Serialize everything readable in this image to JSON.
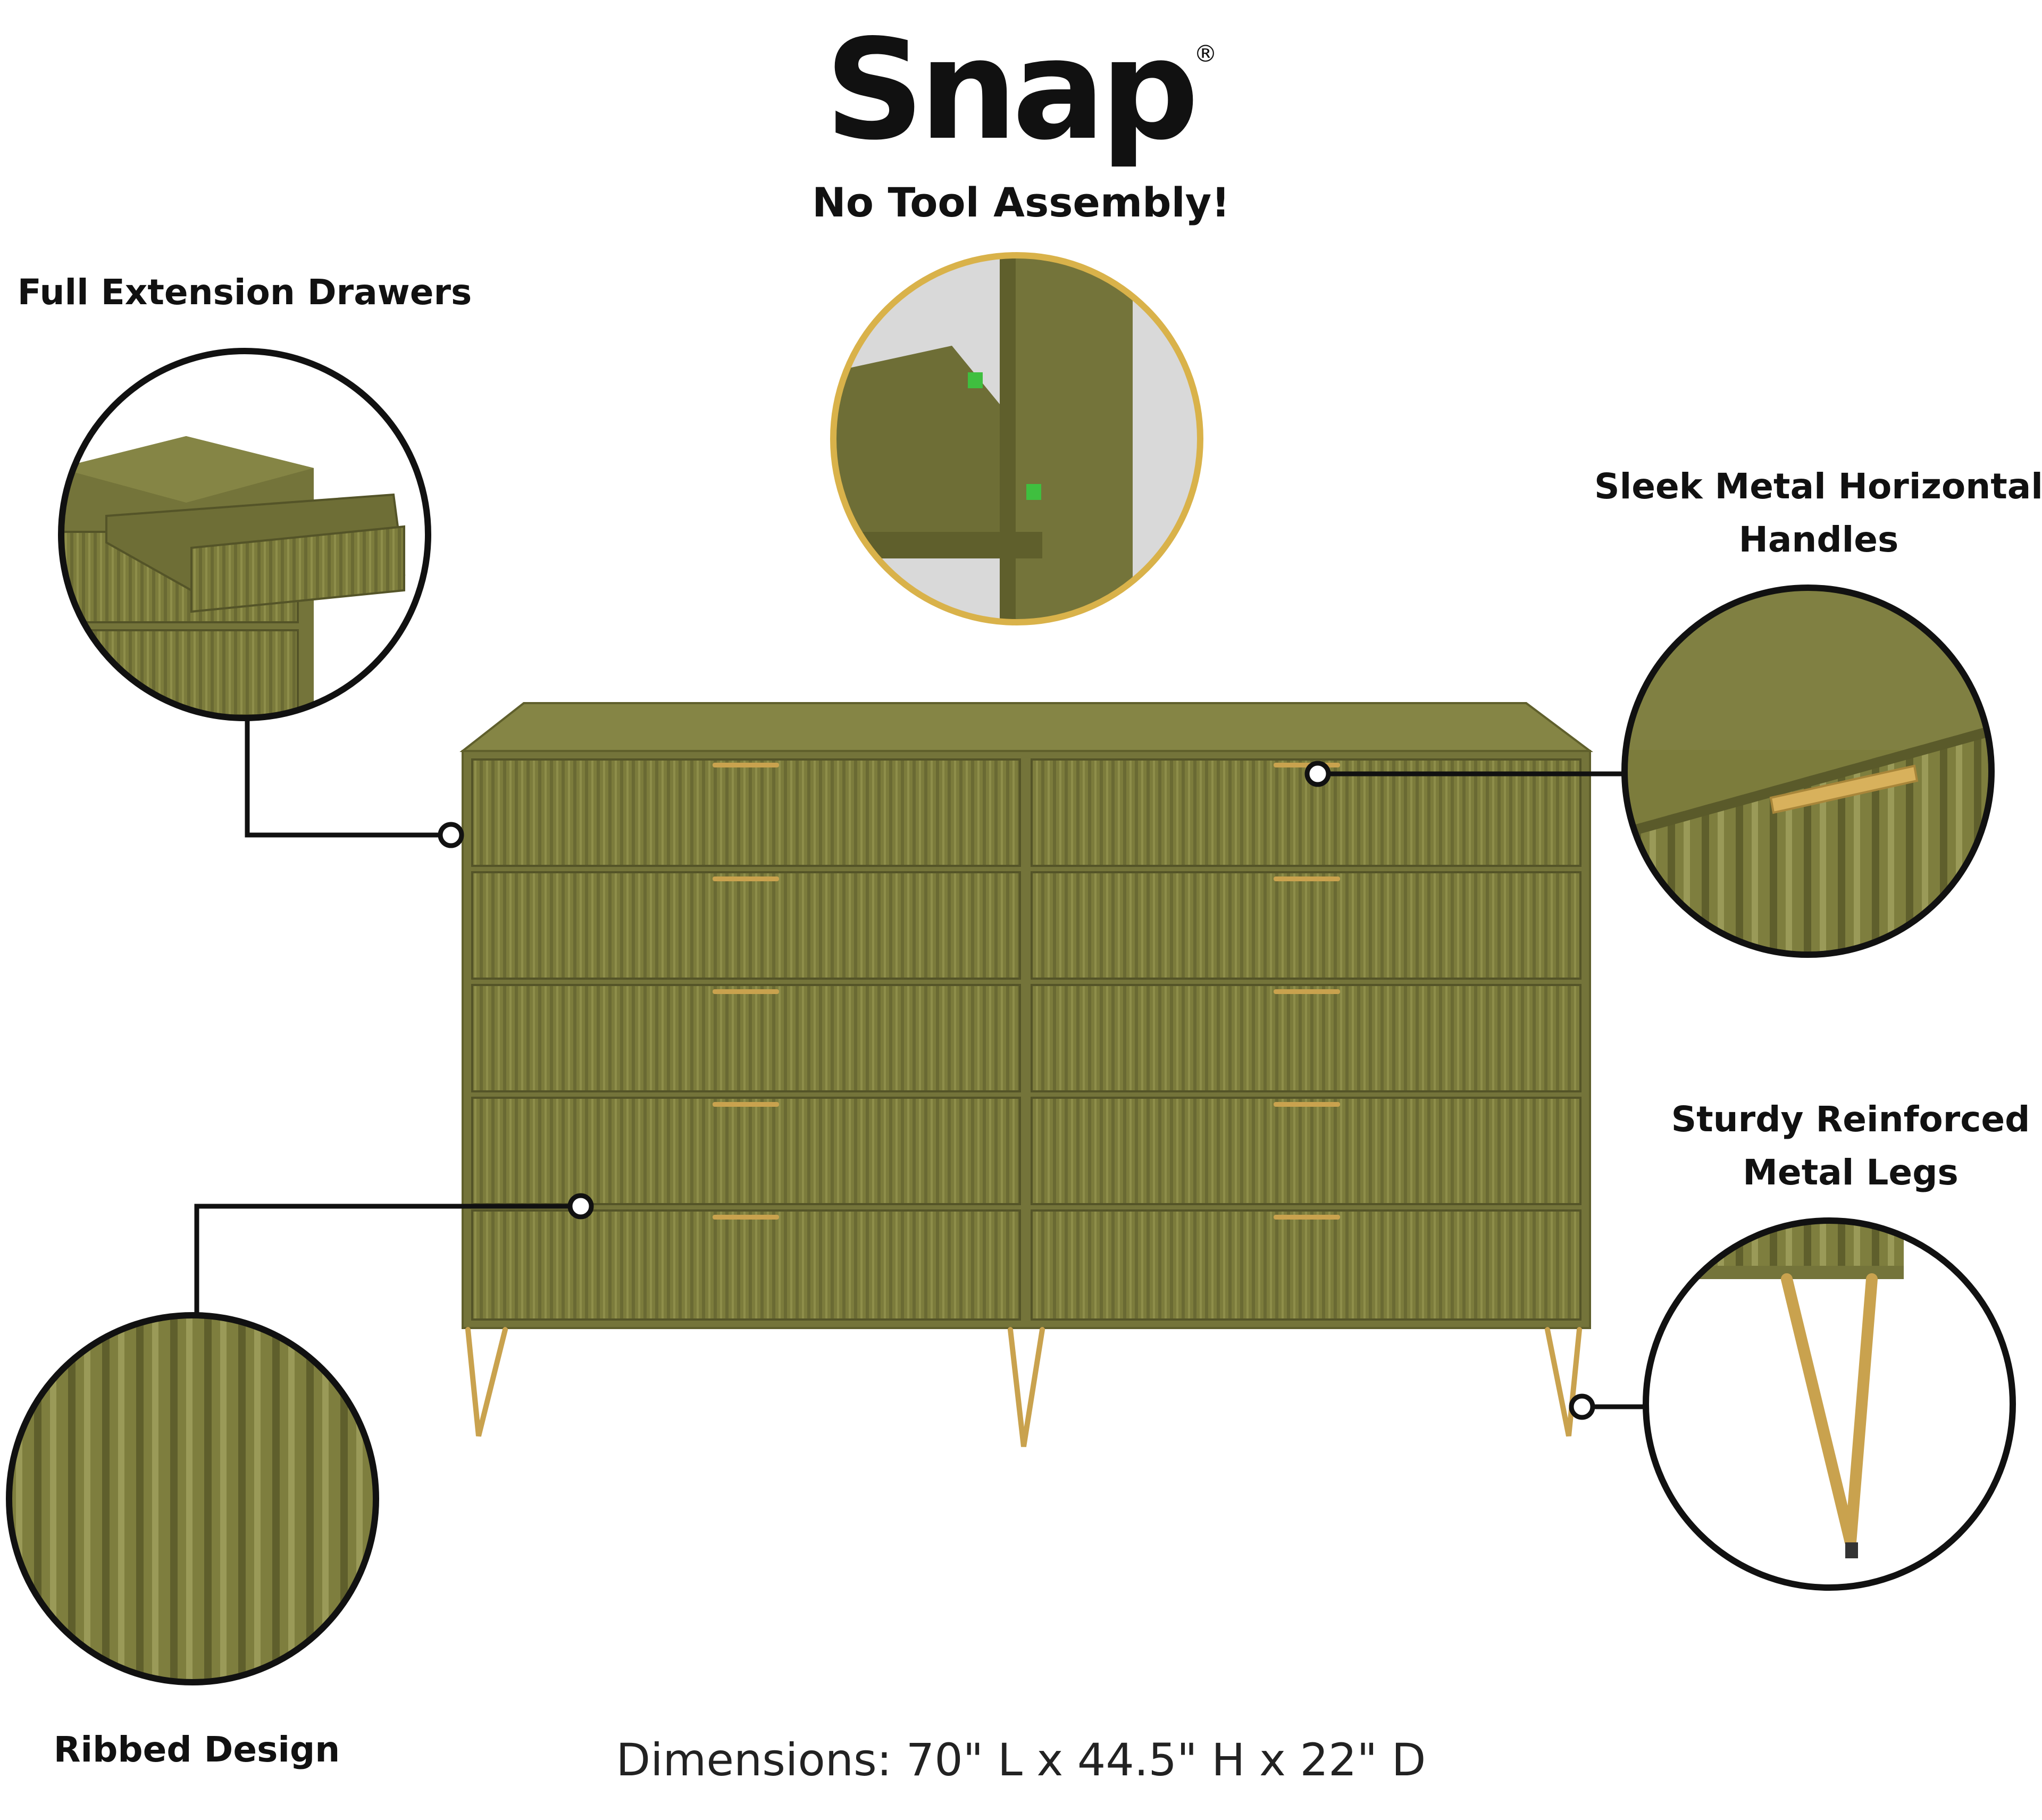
{
  "brand": {
    "name": "Snap",
    "mark": "®",
    "tagline": "No Tool Assembly!"
  },
  "features": {
    "drawers": "Full Extension Drawers",
    "handles_line1": "Sleek Metal Horizontal",
    "handles_line2": "Handles",
    "legs_line1": "Sturdy Reinforced",
    "legs_line2": "Metal Legs",
    "ribbed": "Ribbed Design"
  },
  "dimensions": "Dimensions: 70\" L x 44.5\" H x 22\" D",
  "colors": {
    "olive": "#7c7c3c",
    "olive_dark": "#5f5f2c",
    "gold": "#c9a24e",
    "ring": "#111111",
    "snap_ring": "#d9b24a"
  }
}
